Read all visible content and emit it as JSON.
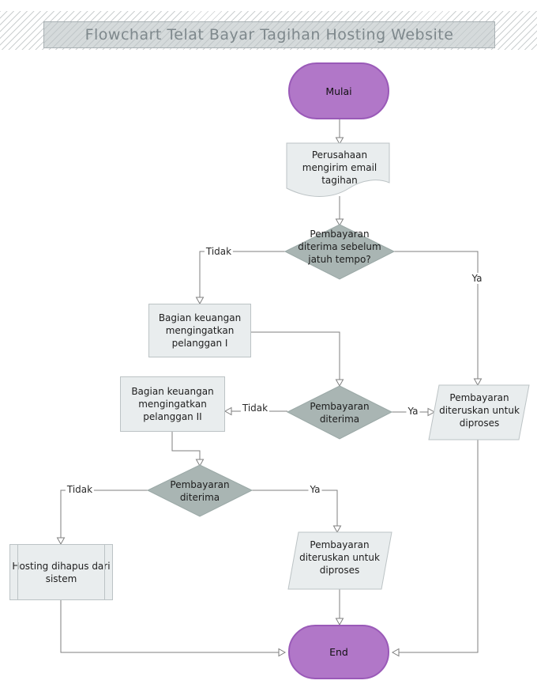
{
  "title": "Flowchart Telat Bayar Tagihan Hosting Website",
  "colors": {
    "terminal_fill": "#b177c8",
    "terminal_border": "#9a5ab8",
    "decision_fill": "#a9b5b3",
    "decision_border": "#9aa8a6",
    "process_fill": "#e9edee",
    "process_border": "#bcc3c5",
    "connector": "#7f7f7f",
    "title_text": "#7e888c",
    "title_box_fill": "#d5dadb",
    "title_box_border": "#a9b1b4",
    "text": "#1d1d1d"
  },
  "nodes": {
    "start": {
      "label": "Mulai",
      "type": "terminal"
    },
    "send_email": {
      "label": "Perusahaan mengirim email tagihan",
      "type": "document"
    },
    "decision1": {
      "label": "Pembayaran diterima sebelum jatuh tempo?",
      "type": "decision"
    },
    "remind1": {
      "label": "Bagian keuangan mengingatkan pelanggan I",
      "type": "process"
    },
    "decision2": {
      "label": "Pembayaran diterima",
      "type": "decision"
    },
    "remind2": {
      "label": "Bagian keuangan mengingatkan pelanggan II",
      "type": "process"
    },
    "decision3": {
      "label": "Pembayaran diterima",
      "type": "decision"
    },
    "hosting_removed": {
      "label": "Hosting dihapus dari sistem",
      "type": "predefined-process"
    },
    "process_payment_right": {
      "label": "Pembayaran diteruskan untuk diproses",
      "type": "data"
    },
    "process_payment_bottom": {
      "label": "Pembayaran diteruskan untuk diproses",
      "type": "data"
    },
    "end": {
      "label": "End",
      "type": "terminal"
    }
  },
  "edges": {
    "decision1_no": {
      "label": "Tidak"
    },
    "decision1_yes": {
      "label": "Ya"
    },
    "decision2_no": {
      "label": "Tidak"
    },
    "decision2_yes": {
      "label": "Ya"
    },
    "decision3_no": {
      "label": "Tidak"
    },
    "decision3_yes": {
      "label": "Ya"
    }
  }
}
